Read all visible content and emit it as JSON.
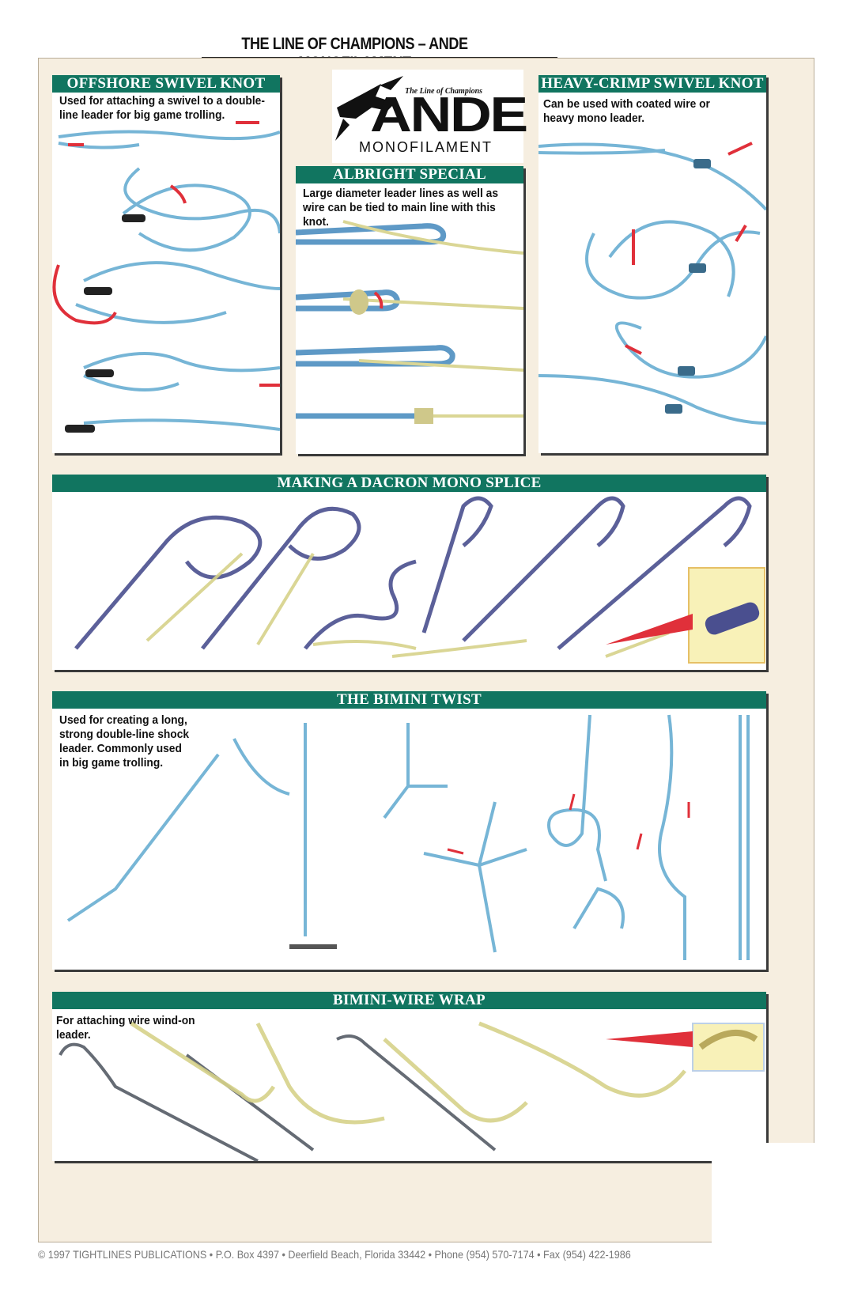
{
  "page_title": "THE LINE OF CHAMPIONS – ANDE MONOFILAMENT",
  "logo": {
    "tagline": "The Line of Champions",
    "brand": "ANDE",
    "subtitle": "MONOFILAMENT"
  },
  "panels": {
    "offshore_swivel": {
      "title": "OFFSHORE SWIVEL KNOT",
      "description": "Used for attaching a swivel to a double-line leader for big game trolling."
    },
    "albright": {
      "title": "ALBRIGHT SPECIAL",
      "description": "Large diameter leader lines as well as wire can be tied to main line with this knot."
    },
    "heavy_crimp": {
      "title": "HEAVY-CRIMP SWIVEL KNOT",
      "description": "Can be used with coated wire or heavy mono leader."
    },
    "dacron_splice": {
      "title": "MAKING A DACRON MONO SPLICE"
    },
    "bimini_twist": {
      "title": "THE BIMINI TWIST",
      "description": "Used for creating a long, strong double-line shock leader. Commonly used in big game trolling."
    },
    "bimini_wire": {
      "title": "BIMINI-WIRE WRAP",
      "description": "For attaching wire wind-on leader."
    }
  },
  "footer": "© 1997 TIGHTLINES PUBLICATIONS • P.O. Box 4397 • Deerfield Beach, Florida 33442 • Phone (954) 570-7174 • Fax (954) 422-1986",
  "colors": {
    "header_green": "#117560",
    "line_blue": "#5fa9cf",
    "line_navy": "#4a4f8f",
    "line_yellow": "#d6d28a",
    "arrow_red": "#e0303a",
    "sheet_beige": "#f6eee0"
  }
}
